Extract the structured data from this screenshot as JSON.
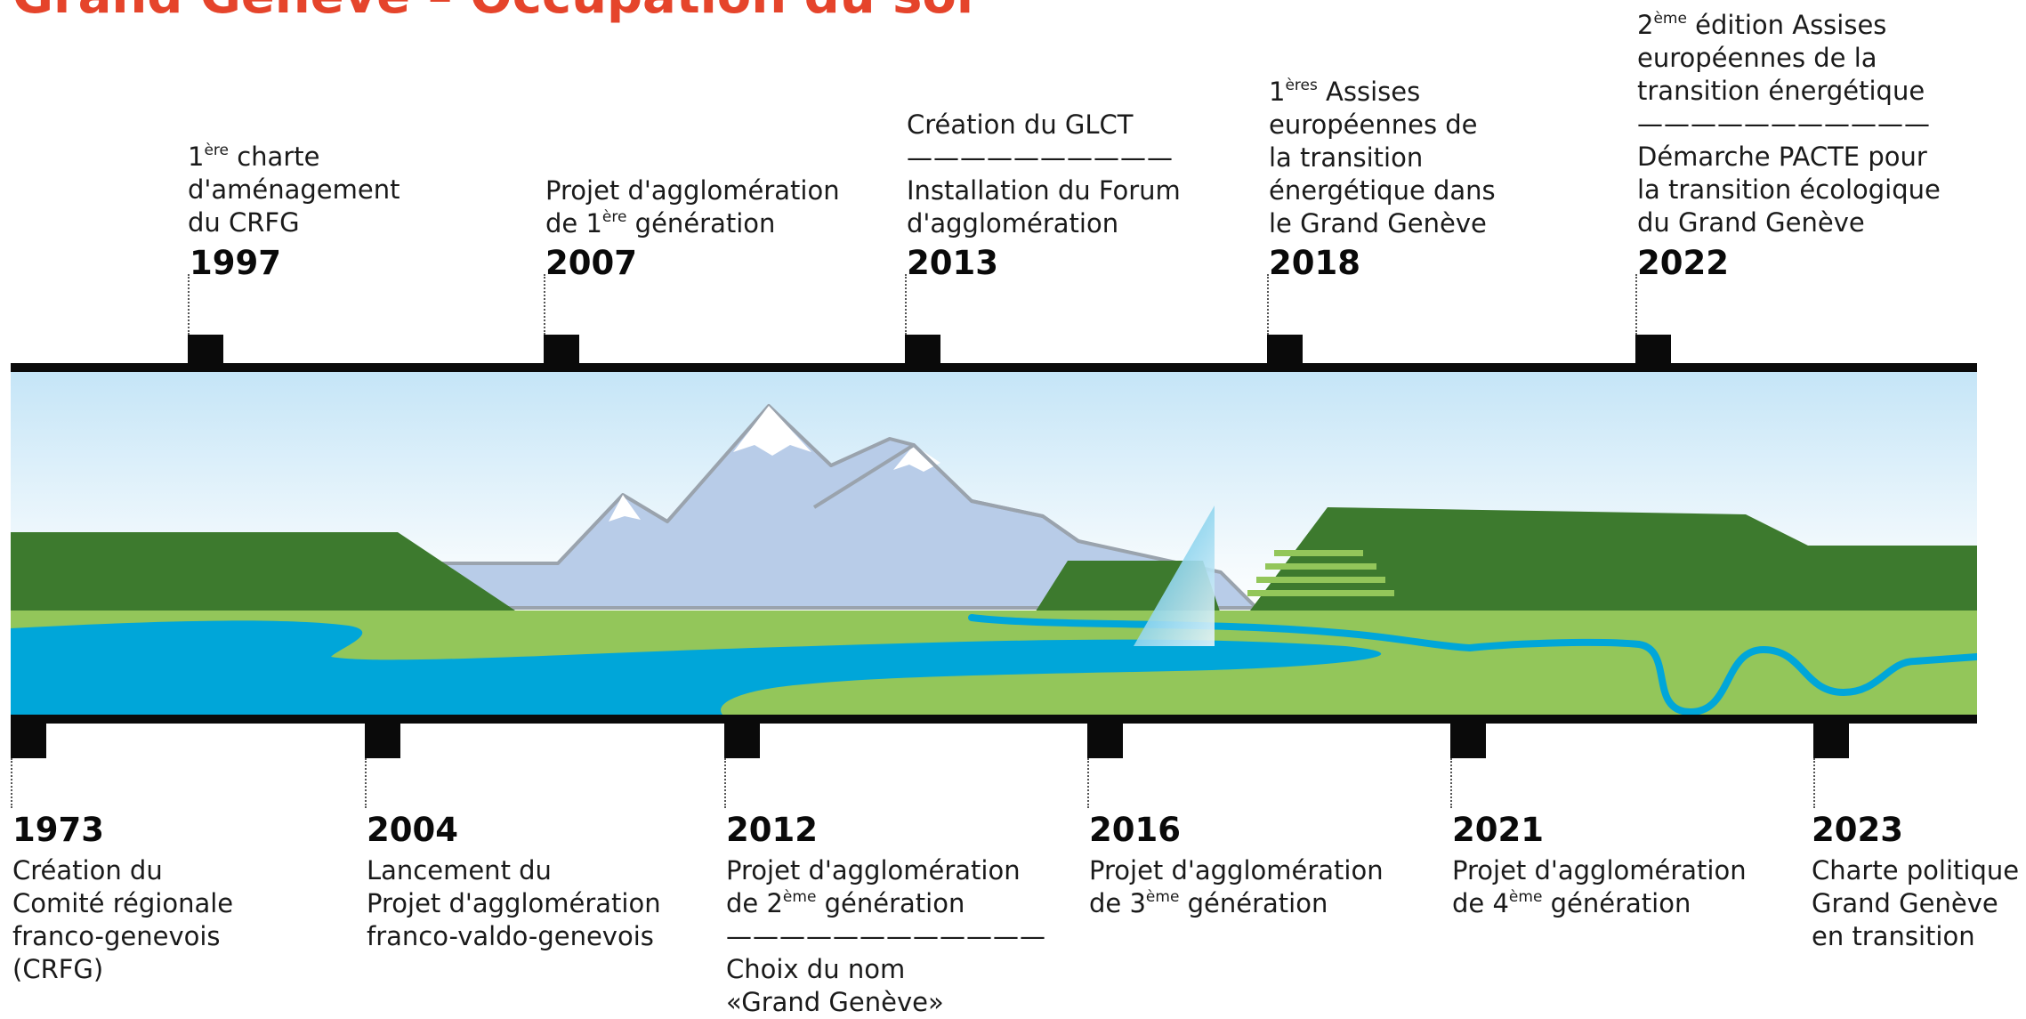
{
  "title": "Grand Genève – Occupation du sol",
  "events_top": [
    {
      "year": "1997",
      "lines": [
        [
          "1",
          "ère",
          " charte"
        ],
        [
          "d'aménagement"
        ],
        [
          "du CRFG"
        ]
      ]
    },
    {
      "year": "2007",
      "lines": [
        [
          "Projet d'agglomération"
        ],
        [
          "de 1",
          "ère",
          " génération"
        ]
      ]
    },
    {
      "year": "2013",
      "lines": [
        [
          "Création du GLCT"
        ],
        [
          "——————————"
        ],
        [
          "Installation du Forum"
        ],
        [
          "d'agglomération"
        ]
      ]
    },
    {
      "year": "2018",
      "lines": [
        [
          "1",
          "ères",
          " Assises"
        ],
        [
          "européennes de"
        ],
        [
          "la transition"
        ],
        [
          "énergétique dans"
        ],
        [
          "le Grand Genève"
        ]
      ]
    },
    {
      "year": "2022",
      "lines": [
        [
          "2",
          "ème",
          " édition Assises"
        ],
        [
          "européennes de la"
        ],
        [
          "transition énergétique"
        ],
        [
          "———————————"
        ],
        [
          "Démarche PACTE pour"
        ],
        [
          "la transition écologique"
        ],
        [
          "du Grand Genève"
        ]
      ]
    }
  ],
  "events_bottom": [
    {
      "year": "1973",
      "lines": [
        [
          "Création du"
        ],
        [
          "Comité régionale"
        ],
        [
          "franco-genevois"
        ],
        [
          "(CRFG)"
        ]
      ]
    },
    {
      "year": "2004",
      "lines": [
        [
          "Lancement du"
        ],
        [
          "Projet d'agglomération"
        ],
        [
          "franco-valdo-genevois"
        ]
      ]
    },
    {
      "year": "2012",
      "lines": [
        [
          "Projet d'agglomération"
        ],
        [
          "de 2",
          "ème",
          " génération"
        ],
        [
          "————————————"
        ],
        [
          "Choix du nom"
        ],
        [
          "«Grand Genève»"
        ]
      ]
    },
    {
      "year": "2016",
      "lines": [
        [
          "Projet d'agglomération"
        ],
        [
          "de 3",
          "ème",
          " génération"
        ]
      ]
    },
    {
      "year": "2021",
      "lines": [
        [
          "Projet d'agglomération"
        ],
        [
          "de 4",
          "ème",
          " génération"
        ]
      ]
    },
    {
      "year": "2023",
      "lines": [
        [
          "Charte politique"
        ],
        [
          "Grand Genève"
        ],
        [
          "en transition"
        ]
      ]
    }
  ],
  "colors": {
    "title": "#e5442b",
    "sky_top": "#c8e6f7",
    "mountain": "#b8cce8",
    "forest": "#3d7a2e",
    "meadow": "#93c65a",
    "lake": "#00a6d9",
    "marker": "#0a0a0a"
  }
}
